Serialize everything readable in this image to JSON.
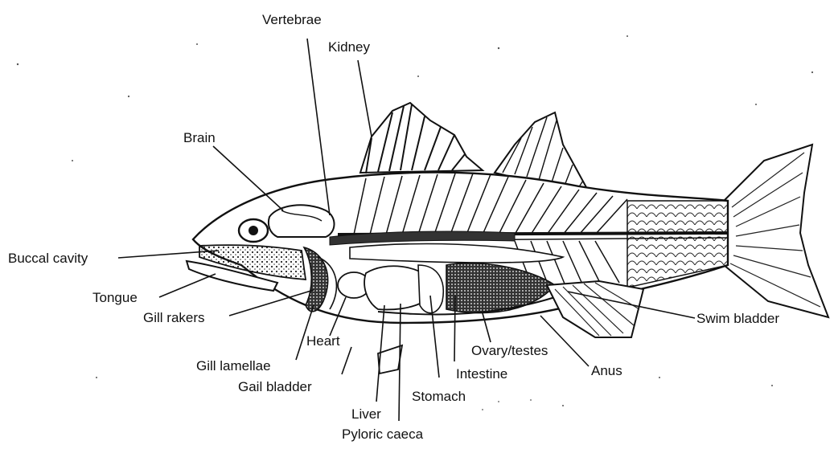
{
  "diagram": {
    "labels": {
      "vertebrae": "Vertebrae",
      "kidney": "Kidney",
      "brain": "Brain",
      "buccal_cavity": "Buccal cavity",
      "tongue": "Tongue",
      "gill_rakers": "Gill rakers",
      "gill_lamellae": "Gill lamellae",
      "heart": "Heart",
      "gall_bladder": "Gail bladder",
      "liver": "Liver",
      "pyloric_caeca": "Pyloric caeca",
      "stomach": "Stomach",
      "intestine": "Intestine",
      "ovary_testes": "Ovary/testes",
      "anus": "Anus",
      "swim_bladder": "Swim bladder"
    }
  }
}
